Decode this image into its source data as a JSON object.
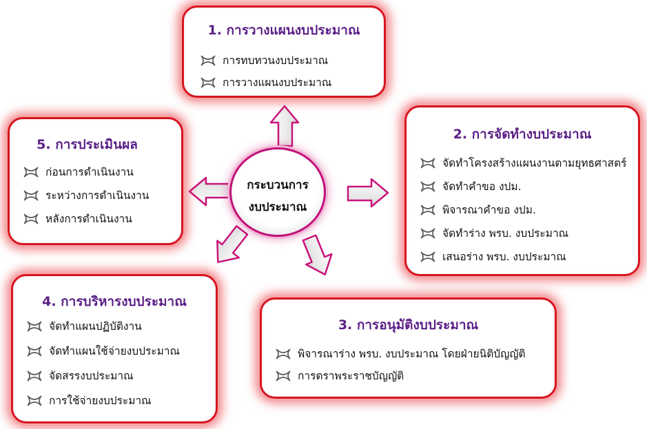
{
  "center": {
    "line1": "กระบวนการ",
    "line2": "งบประมาณ"
  },
  "colors": {
    "title": "#5a1f86",
    "box_border": "#d8141e",
    "arrow_stroke": "#c8137a"
  },
  "icon": "cross-knot-icon",
  "boxes": {
    "planning": {
      "title": "1. การวางแผนงบประมาณ",
      "items": [
        "การทบทวนงบประมาณ",
        "การวางแผนงบประมาณ"
      ]
    },
    "preparation": {
      "title": "2. การจัดทำงบประมาณ",
      "items": [
        "จัดทำโครงสร้างแผนงานตามยุทธศาสตร์",
        "จัดทำคำขอ งปม.",
        "พิจารณาคำขอ งปม.",
        "จัดทำร่าง พรบ. งบประมาณ",
        "เสนอร่าง พรบ. งบประมาณ"
      ]
    },
    "approval": {
      "title": "3. การอนุมัติงบประมาณ",
      "items": [
        "พิจารณาร่าง พรบ. งบประมาณ โดยฝ่ายนิติบัญญัติ",
        "การตราพระราชบัญญัติ"
      ]
    },
    "administration": {
      "title": "4. การบริหารงบประมาณ",
      "items": [
        "จัดทำแผนปฏิบัติงาน",
        "จัดทำแผนใช้จ่ายงบประมาณ",
        "จัดสรรงบประมาณ",
        "การใช้จ่ายงบประมาณ"
      ]
    },
    "evaluation": {
      "title": "5. การประเมินผล",
      "items": [
        "ก่อนการดำเนินงาน",
        "ระหว่างการดำเนินงาน",
        "หลังการดำเนินงาน"
      ]
    }
  }
}
